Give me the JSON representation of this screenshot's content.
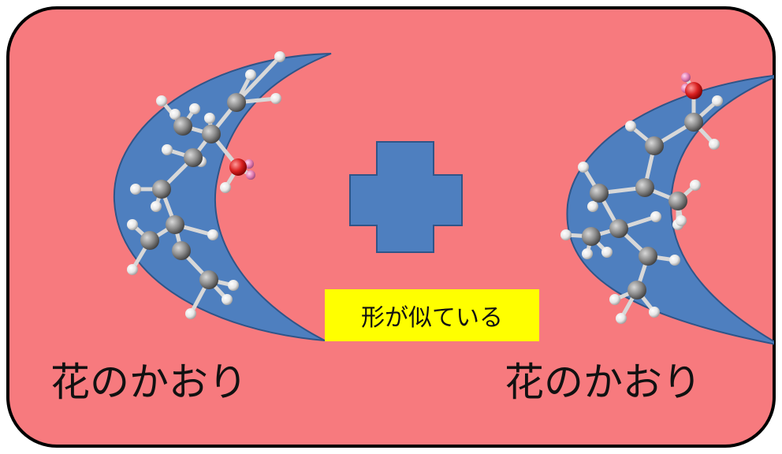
{
  "colors": {
    "panel_fill": "#F77A7E",
    "panel_border": "#000000",
    "crescent_fill": "#4E7FBF",
    "plus_fill": "#4E7FBF",
    "badge_fill": "#FFFF00",
    "carbon": "#8A8A8A",
    "hydrogen": "#F2F2F2",
    "oxygen": "#D81F1F",
    "polar_h": "#E07AB0"
  },
  "badge": {
    "text": "形が似ている"
  },
  "captions": {
    "left": "花のかおり",
    "right": "花のかおり"
  },
  "icons": {
    "plus": "plus-shape",
    "molecule": "ball-and-stick-model"
  }
}
